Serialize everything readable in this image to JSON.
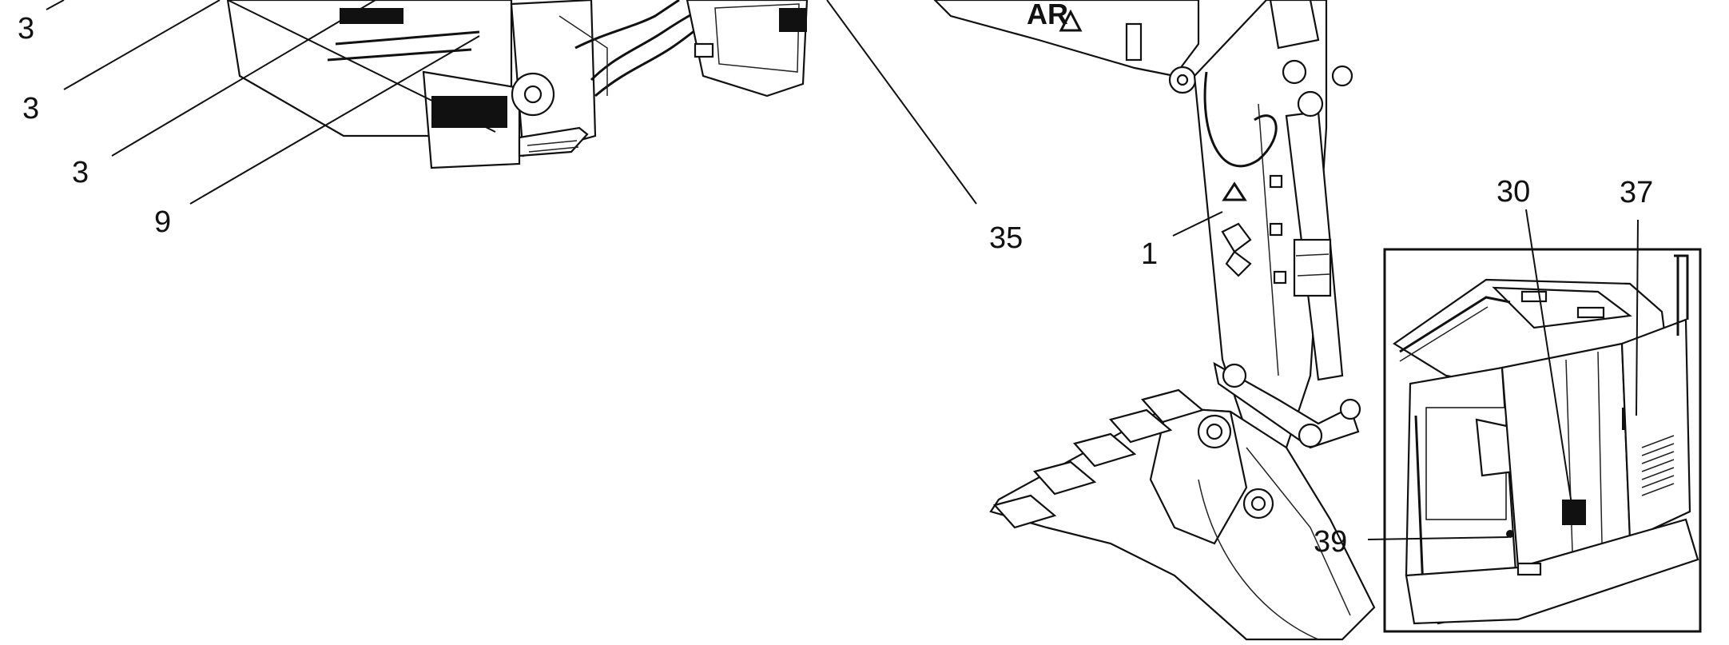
{
  "callouts": [
    {
      "id": "c3a",
      "label": "3"
    },
    {
      "id": "c3b",
      "label": "3"
    },
    {
      "id": "c3c",
      "label": "3"
    },
    {
      "id": "c9",
      "label": "9"
    },
    {
      "id": "c35",
      "label": "35"
    },
    {
      "id": "c1",
      "label": "1"
    },
    {
      "id": "c30",
      "label": "30"
    },
    {
      "id": "c37",
      "label": "37"
    },
    {
      "id": "c39",
      "label": "39"
    }
  ]
}
